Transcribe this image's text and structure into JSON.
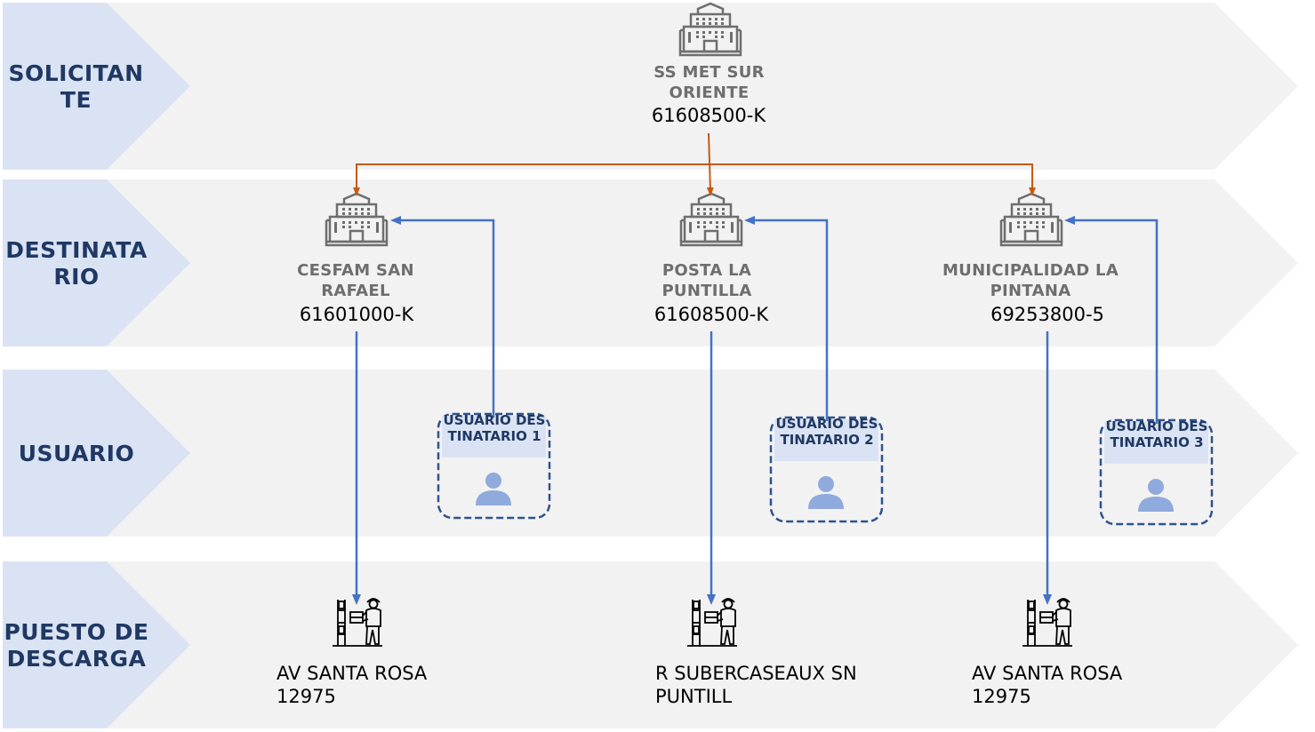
{
  "lanes": {
    "solicitante": "SOLICITANTE",
    "destinatario": "DESTINATARIO",
    "usuario": "USUARIO",
    "puesto": "PUESTO DE DESCARGA"
  },
  "solicitante": {
    "name": "SS MET SUR ORIENTE",
    "id": "61608500-K"
  },
  "destinatarios": [
    {
      "name": "CESFAM SAN RAFAEL",
      "id": "61601000-K"
    },
    {
      "name": "POSTA LA PUNTILLA",
      "id": "61608500-K"
    },
    {
      "name": "MUNICIPALIDAD LA PINTANA",
      "id": "69253800-5"
    }
  ],
  "usuarios": [
    {
      "label": "USUARIO DESTINATARIO 1"
    },
    {
      "label": "USUARIO DESTINATARIO 2"
    },
    {
      "label": "USUARIO DESTINATARIO 3"
    }
  ],
  "puestos": [
    {
      "address": "AV SANTA ROSA 12975"
    },
    {
      "address": "R SUBERCASEAUX SN PUNTILL"
    },
    {
      "address": "AV SANTA ROSA 12975"
    }
  ],
  "colors": {
    "lane_bg": "#f2f2f2",
    "lane_head": "#dae3f3",
    "hierarchy_arrow": "#c55a11",
    "flow_arrow": "#4472c4",
    "user_border": "#2f528f",
    "user_header": "#dae3f3",
    "person": "#8faadc"
  },
  "icons": {
    "organization": "building-icon",
    "person": "person-icon",
    "unloading": "warehouse-worker-icon"
  }
}
